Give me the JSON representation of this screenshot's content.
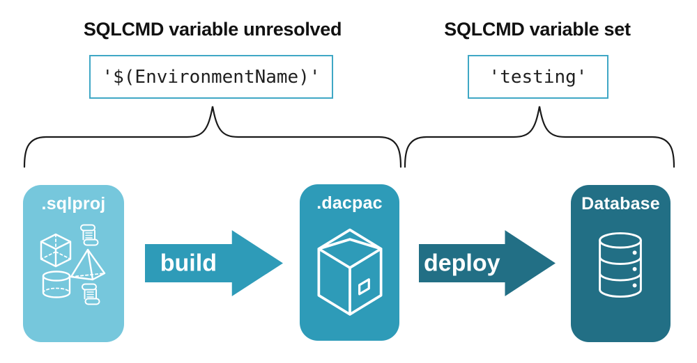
{
  "diagram": {
    "annotations": [
      {
        "heading": "SQLCMD variable unresolved",
        "code": "'$(EnvironmentName)'"
      },
      {
        "heading": "SQLCMD variable set",
        "code": "'testing'"
      }
    ],
    "stages": [
      {
        "label": ".sqlproj",
        "icon": "sql-project-objects",
        "color": "#76C7DC"
      },
      {
        "label": ".dacpac",
        "icon": "package",
        "color": "#2E9BB8"
      },
      {
        "label": "Database",
        "icon": "database-cylinder",
        "color": "#226F85"
      }
    ],
    "arrows": [
      {
        "label": "build",
        "color": "#2E9BB8"
      },
      {
        "label": "deploy",
        "color": "#226F85"
      }
    ],
    "colors": {
      "code_box_border": "#3FA7C5",
      "brace_stroke": "#1A1A1A",
      "background": "#FFFFFF",
      "text": "#111111"
    }
  }
}
